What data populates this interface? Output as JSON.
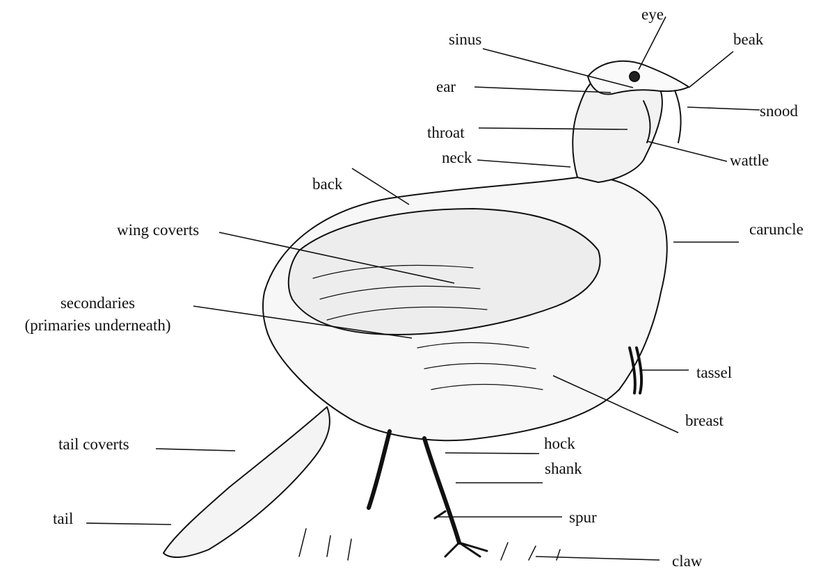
{
  "labels": {
    "eye": "eye",
    "beak": "beak",
    "sinus": "sinus",
    "ear": "ear",
    "snood": "snood",
    "throat": "throat",
    "wattle": "wattle",
    "neck": "neck",
    "back": "back",
    "caruncle": "caruncle",
    "wing_coverts": "wing coverts",
    "secondaries": "secondaries",
    "primaries_underneath": "(primaries underneath)",
    "tassel": "tassel",
    "breast": "breast",
    "tail_coverts": "tail coverts",
    "hock": "hock",
    "shank": "shank",
    "tail": "tail",
    "spur": "spur",
    "claw": "claw"
  },
  "colors": {
    "ink": "#111111",
    "background": "#ffffff"
  }
}
